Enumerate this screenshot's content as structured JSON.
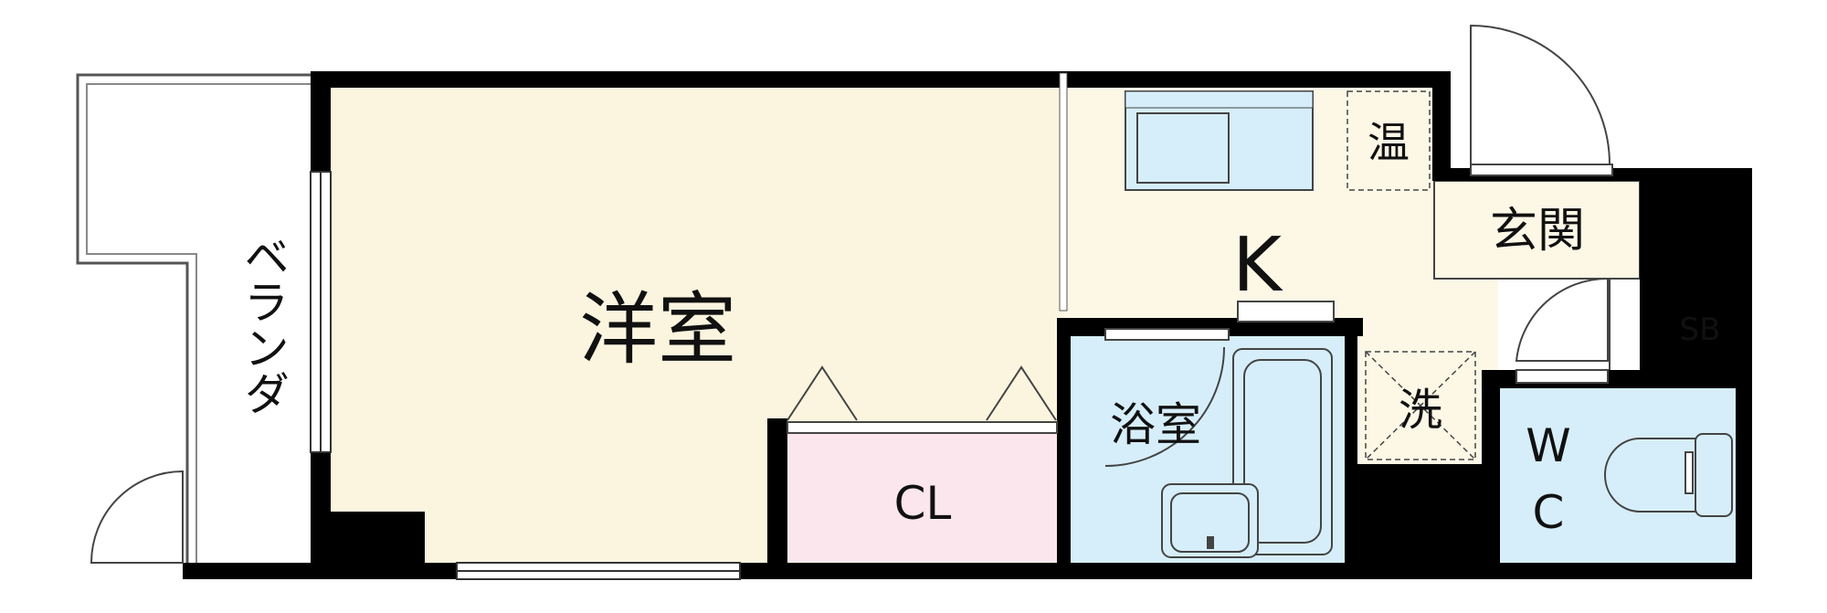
{
  "rooms": {
    "western_room": "洋室",
    "kitchen": "K",
    "closet": "CL",
    "bathroom": "浴室",
    "washer": "洗",
    "water_heater": "温",
    "entrance": "玄関",
    "shoe_box": "SB",
    "toilet_w": "W",
    "toilet_c": "C",
    "veranda": "ベランダ"
  },
  "colors": {
    "wall": "#000000",
    "western_room": "#fbf5df",
    "kitchen": "#fdf8e6",
    "closet": "#fbe6ee",
    "bath": "#d6eefa",
    "shoe_box": "#fbe6ee",
    "fixture_outline": "#444444"
  }
}
